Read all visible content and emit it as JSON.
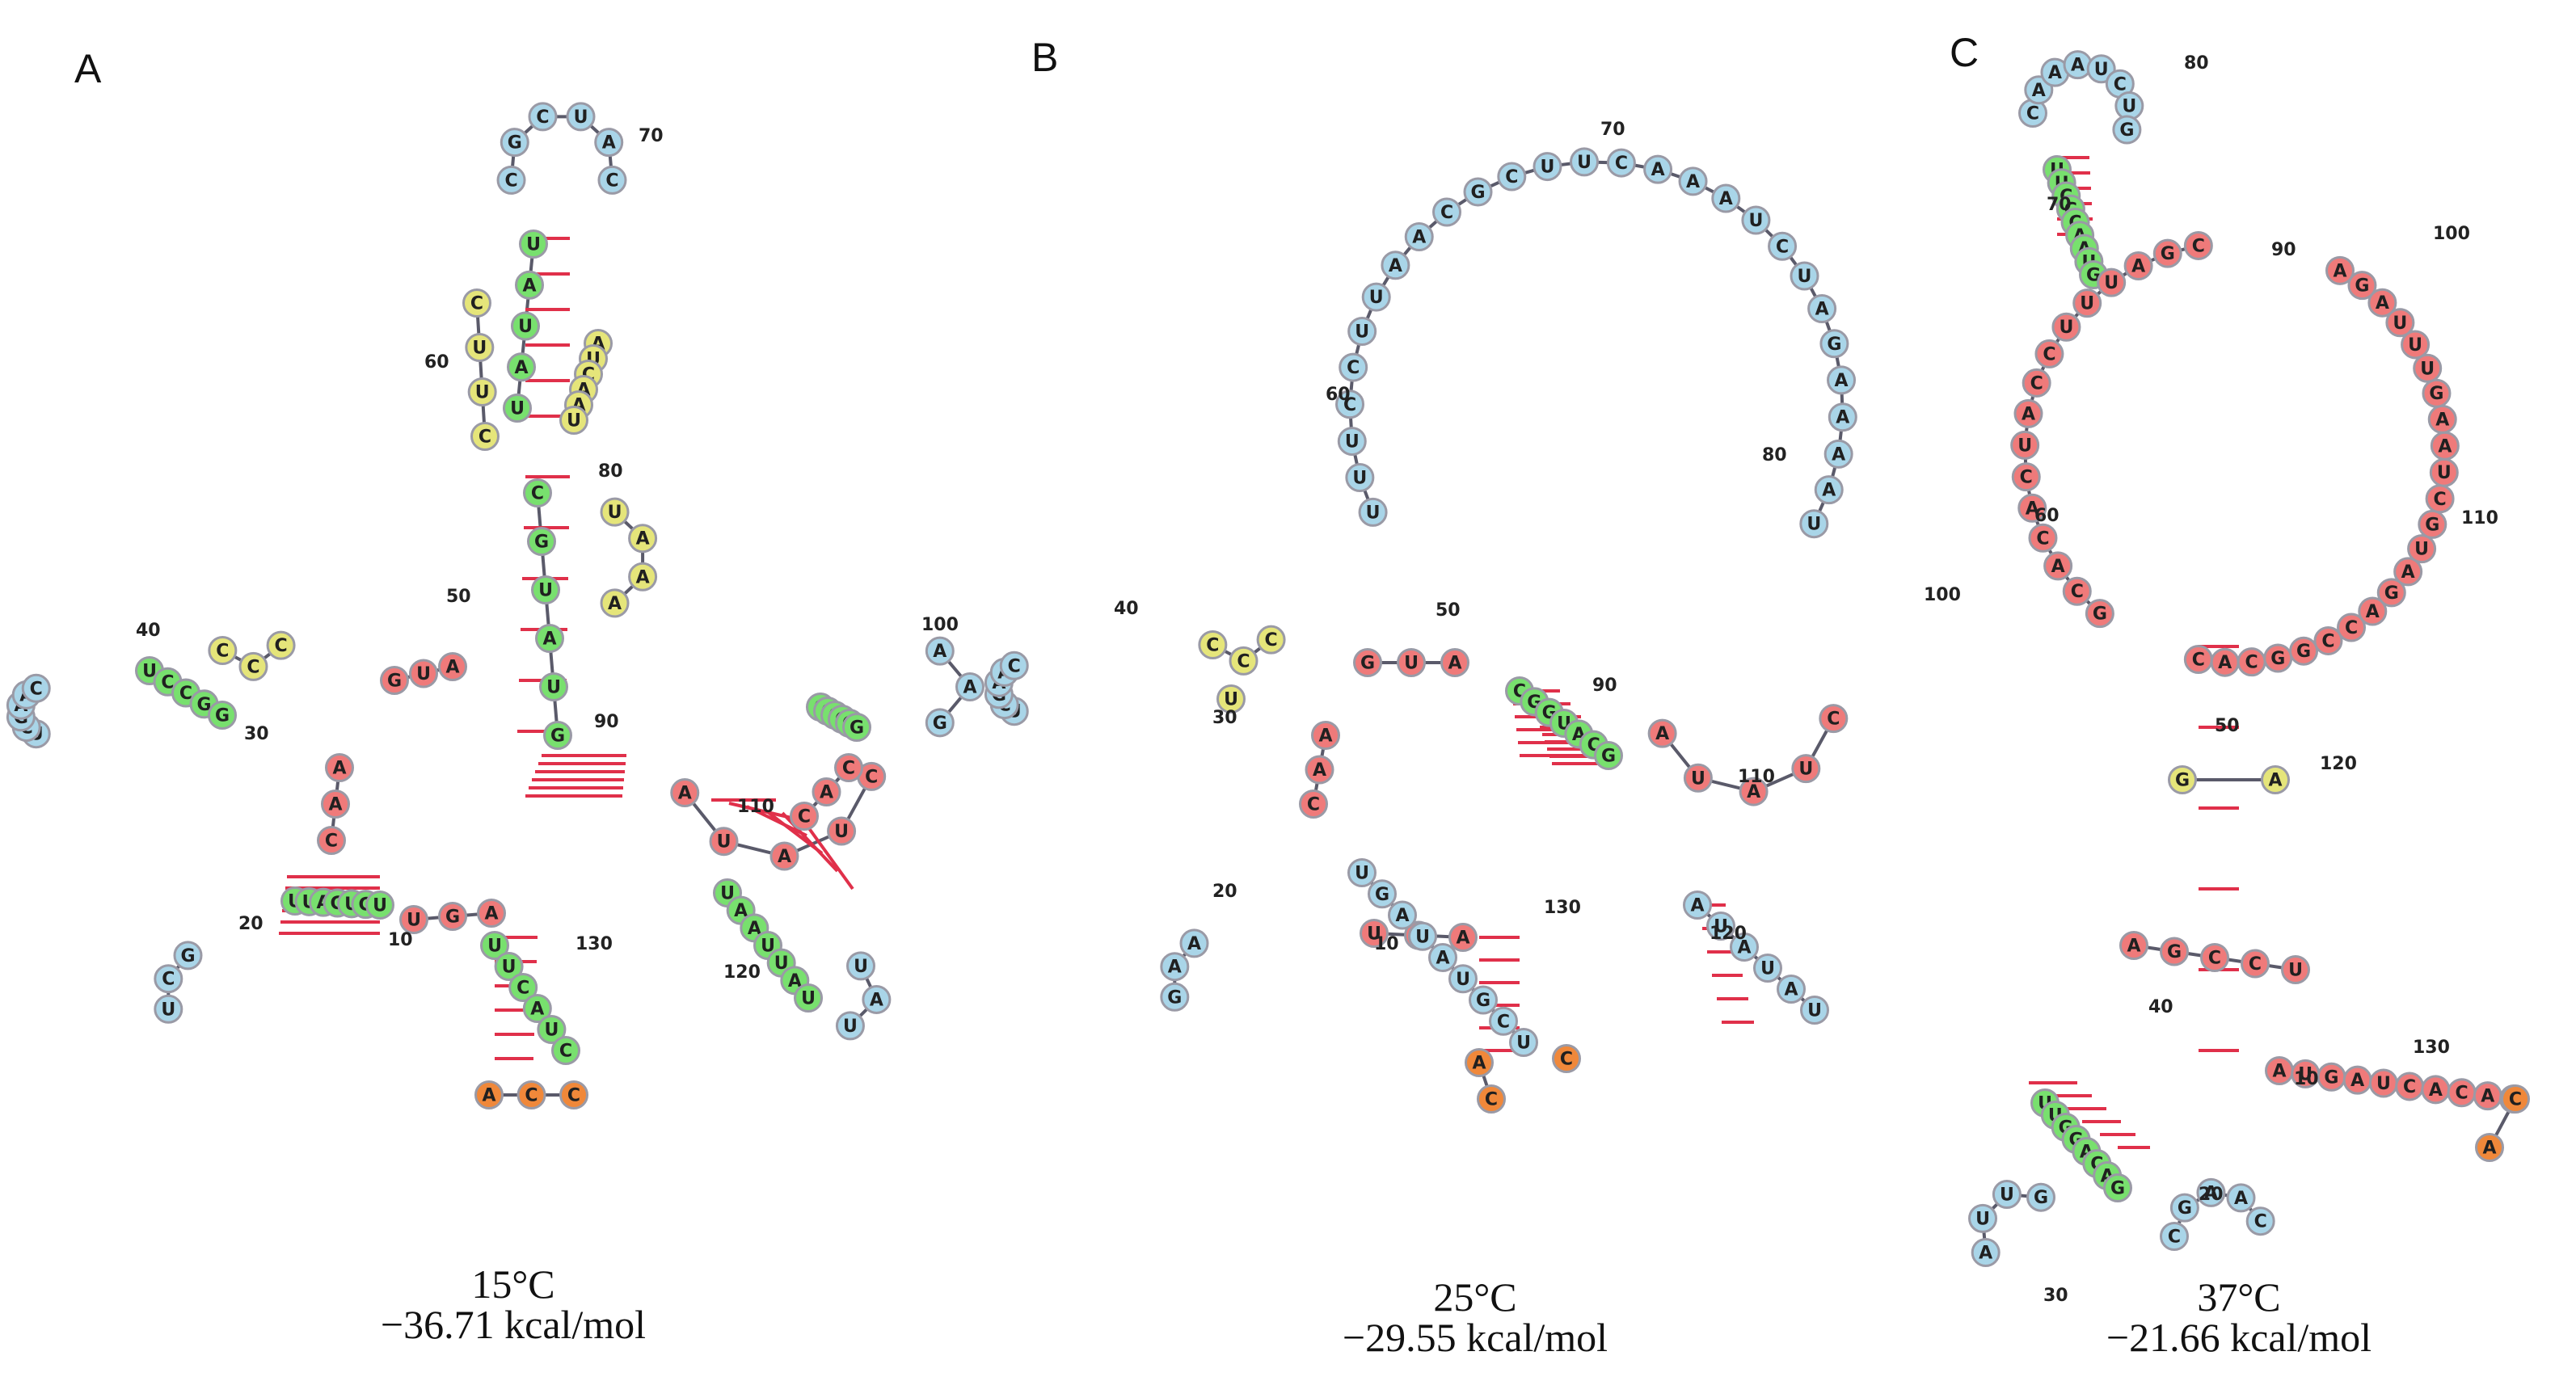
{
  "panels": [
    {
      "letter": "A",
      "temperature": "15°C",
      "energy": "−36.71 kcal/mol"
    },
    {
      "letter": "B",
      "temperature": "25°C",
      "energy": "−29.55 kcal/mol"
    },
    {
      "letter": "C",
      "temperature": "37°C",
      "energy": "−21.66 kcal/mol"
    }
  ],
  "colors": {
    "stem": "#78e06e",
    "hairpin_loop": "#a9d5e8",
    "interior_loop": "#e5e57a",
    "multi_loop": "#ef7a7a",
    "unpaired_end": "#f0883a",
    "base_pair_line": "#e0304a"
  },
  "structures": [
    {
      "panel": "A",
      "segments": [
        {
          "seq": "CGCUAC",
          "kind": "hairpin_loop"
        },
        {
          "seq": "UAUAU",
          "kind": "stem"
        },
        {
          "seq": "CUUC",
          "kind": "interior_loop"
        },
        {
          "seq": "AUCAAU",
          "kind": "interior_loop"
        },
        {
          "seq": "CGUAUG",
          "kind": "stem"
        },
        {
          "seq": "AAAU",
          "kind": "interior_loop"
        },
        {
          "seq": "GUA",
          "kind": "multi_loop"
        },
        {
          "seq": "AAC",
          "kind": "multi_loop"
        },
        {
          "seq": "AUAUC",
          "kind": "multi_loop"
        },
        {
          "seq": "CCCGGG",
          "kind": "stem"
        },
        {
          "seq": "GAA",
          "kind": "hairpin_loop"
        },
        {
          "seq": "CAC",
          "kind": "multi_loop"
        },
        {
          "seq": "UAAUUAU",
          "kind": "stem"
        },
        {
          "seq": "UAU",
          "kind": "hairpin_loop"
        },
        {
          "seq": "UGA",
          "kind": "multi_loop"
        },
        {
          "seq": "UUCAUC",
          "kind": "stem"
        },
        {
          "seq": "ACC",
          "kind": "unpaired_end"
        },
        {
          "seq": "UUAGUGU",
          "kind": "stem"
        },
        {
          "seq": "UCG",
          "kind": "hairpin_loop"
        },
        {
          "seq": "CCC",
          "kind": "interior_loop"
        },
        {
          "seq": "UCCGG",
          "kind": "stem"
        },
        {
          "seq": "UCGAAC",
          "kind": "hairpin_loop"
        }
      ],
      "numbers": [
        "10",
        "20",
        "30",
        "40",
        "50",
        "60",
        "70",
        "80",
        "90",
        "110",
        "120",
        "130",
        "100"
      ]
    },
    {
      "panel": "B",
      "segments": [
        {
          "seq": "UUUCCUUAACGCUUCAAAUCUAGAAAAU",
          "kind": "hairpin_loop"
        },
        {
          "seq": "CGGUACG",
          "kind": "stem"
        },
        {
          "seq": "CCC",
          "kind": "interior_loop"
        },
        {
          "seq": "U",
          "kind": "interior_loop"
        },
        {
          "seq": "GUA",
          "kind": "multi_loop"
        },
        {
          "seq": "AAC",
          "kind": "multi_loop"
        },
        {
          "seq": "AUAUC",
          "kind": "multi_loop"
        },
        {
          "seq": "UGA",
          "kind": "multi_loop"
        },
        {
          "seq": "AC",
          "kind": "unpaired_end"
        },
        {
          "seq": "C",
          "kind": "unpaired_end"
        },
        {
          "seq": "GAA",
          "kind": "hairpin_loop"
        },
        {
          "seq": "AUAUAU",
          "kind": "hairpin_loop"
        },
        {
          "seq": "UGAUAUGCU",
          "kind": "hairpin_loop"
        },
        {
          "seq": "UCGAAC",
          "kind": "hairpin_loop"
        }
      ],
      "numbers": [
        "10",
        "20",
        "30",
        "40",
        "50",
        "60",
        "70",
        "80",
        "90",
        "100",
        "110",
        "120",
        "130"
      ]
    },
    {
      "panel": "C",
      "segments": [
        {
          "seq": "CAAAUCUG",
          "kind": "hairpin_loop"
        },
        {
          "seq": "UUCCCAAUG",
          "kind": "stem"
        },
        {
          "seq": "CACGGCCAGAUGCUAAGUUUAGA",
          "kind": "multi_loop"
        },
        {
          "seq": "CGAUUUCCAUCACACG",
          "kind": "multi_loop"
        },
        {
          "seq": "GA",
          "kind": "interior_loop"
        },
        {
          "seq": "AGCCU",
          "kind": "multi_loop"
        },
        {
          "seq": "AUGAUCACAG",
          "kind": "multi_loop"
        },
        {
          "seq": "AC",
          "kind": "unpaired_end"
        },
        {
          "seq": "UUGGACAG",
          "kind": "stem"
        },
        {
          "seq": "AUUG",
          "kind": "hairpin_loop"
        },
        {
          "seq": "CGAAC",
          "kind": "hairpin_loop"
        }
      ],
      "numbers": [
        "80",
        "70",
        "90",
        "100",
        "60",
        "110",
        "50",
        "120",
        "40",
        "130",
        "10",
        "20",
        "30"
      ]
    }
  ]
}
